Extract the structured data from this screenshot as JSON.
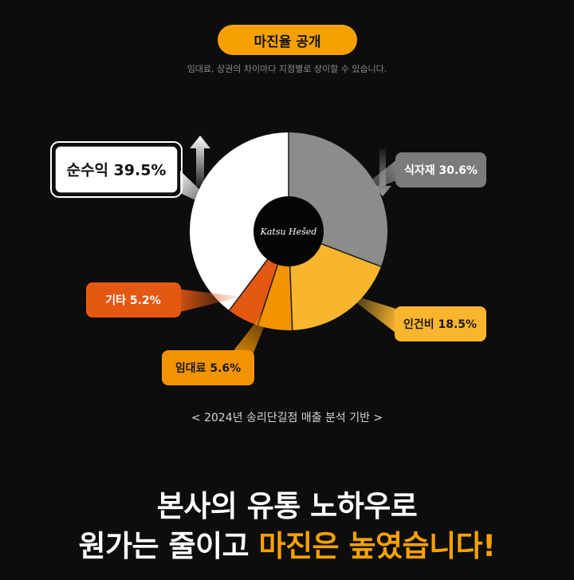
{
  "badge": {
    "label": "마진율 공개"
  },
  "subtitle": "임대료, 상권의 차이마다 지점별로 상이할 수 있습니다.",
  "center_label": "Katsu Hešed",
  "basis": "< 2024년 송리단길점 매출 분석 기반 >",
  "headline": {
    "line1": "본사의 유통 노하우로",
    "line2_plain": "원가는 줄이고 ",
    "line2_accent": "마진은 높였습니다!"
  },
  "colors": {
    "background": "#0d0d0d",
    "accent": "#f7a100"
  },
  "chart_data": {
    "type": "pie",
    "title": "",
    "center_label": "Katsu Hešed",
    "slices": [
      {
        "label": "식자재",
        "value": 30.6,
        "unit": "%",
        "text": "식자재 30.6%",
        "color": "#8c8c8c",
        "trend": "down"
      },
      {
        "label": "인건비",
        "value": 18.5,
        "unit": "%",
        "text": "인건비 18.5%",
        "color": "#f9b52e",
        "trend": "none"
      },
      {
        "label": "임대료",
        "value": 5.6,
        "unit": "%",
        "text": "임대료 5.6%",
        "color": "#f29400",
        "trend": "none"
      },
      {
        "label": "기타",
        "value": 5.2,
        "unit": "%",
        "text": "기타 5.2%",
        "color": "#e55812",
        "trend": "none"
      },
      {
        "label": "순수익",
        "value": 39.5,
        "unit": "%",
        "text": "순수익 39.5%",
        "color": "#ffffff",
        "trend": "up"
      }
    ]
  }
}
